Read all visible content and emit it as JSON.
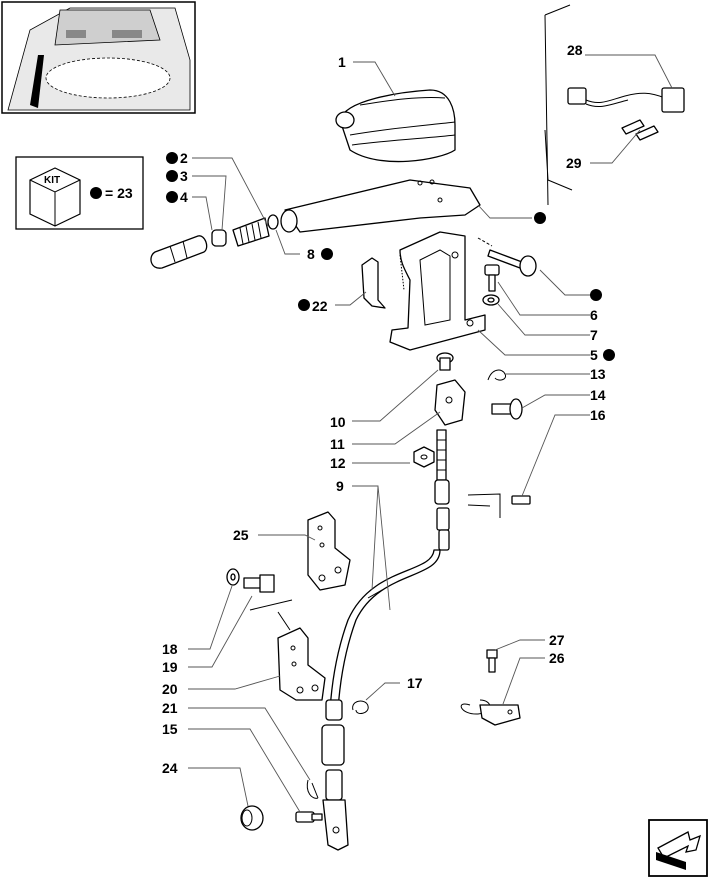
{
  "kit_box": {
    "label": "KIT",
    "equals_text": "= 23"
  },
  "callouts": [
    {
      "id": "1",
      "text": "1"
    },
    {
      "id": "2",
      "text": "2"
    },
    {
      "id": "3",
      "text": "3"
    },
    {
      "id": "4",
      "text": "4"
    },
    {
      "id": "5",
      "text": "5"
    },
    {
      "id": "6",
      "text": "6"
    },
    {
      "id": "7",
      "text": "7"
    },
    {
      "id": "8",
      "text": "8"
    },
    {
      "id": "9",
      "text": "9"
    },
    {
      "id": "10",
      "text": "10"
    },
    {
      "id": "11",
      "text": "11"
    },
    {
      "id": "12",
      "text": "12"
    },
    {
      "id": "13",
      "text": "13"
    },
    {
      "id": "14",
      "text": "14"
    },
    {
      "id": "15",
      "text": "15"
    },
    {
      "id": "16",
      "text": "16"
    },
    {
      "id": "17",
      "text": "17"
    },
    {
      "id": "18",
      "text": "18"
    },
    {
      "id": "19",
      "text": "19"
    },
    {
      "id": "20",
      "text": "20"
    },
    {
      "id": "21",
      "text": "21"
    },
    {
      "id": "22",
      "text": "22"
    },
    {
      "id": "24",
      "text": "24"
    },
    {
      "id": "25",
      "text": "25"
    },
    {
      "id": "26",
      "text": "26"
    },
    {
      "id": "27",
      "text": "27"
    },
    {
      "id": "28",
      "text": "28"
    },
    {
      "id": "29",
      "text": "29"
    }
  ],
  "kit_marker_legend": "kit-dot-marker",
  "nav_icon": "next-page-arrow-icon"
}
